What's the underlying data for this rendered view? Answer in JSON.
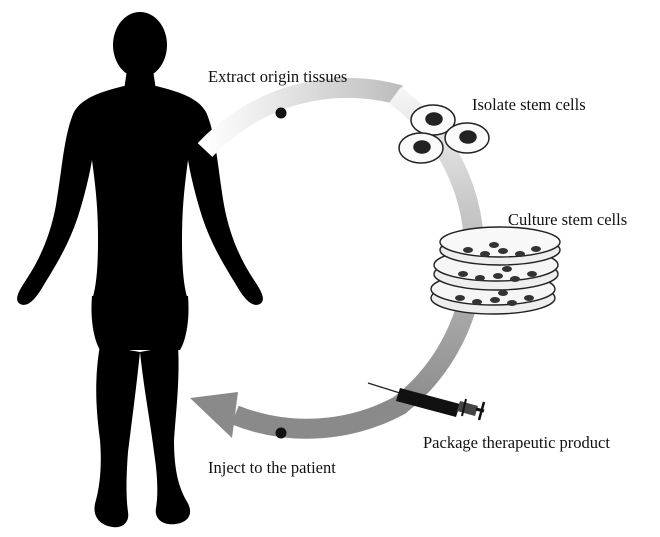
{
  "labels": {
    "extract": "Extract origin tissues",
    "isolate": "Isolate stem cells",
    "culture": "Culture stem cells",
    "package": "Package therapeutic product",
    "inject": "Inject to the patient"
  },
  "colors": {
    "silhouette": "#000000",
    "cycle_arrow_dark": "#8a8a8a",
    "cycle_arrow_light": "#f2f2f2",
    "cell_nucleus": "#222222"
  }
}
